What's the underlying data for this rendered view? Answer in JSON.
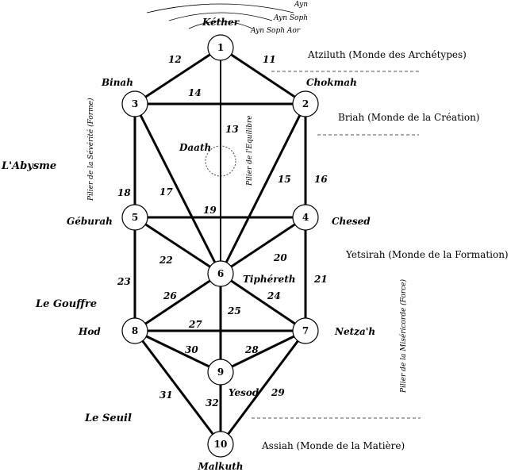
{
  "sephirot": [
    {
      "num": "1",
      "name": "Kéther"
    },
    {
      "num": "2",
      "name": "Chokmah"
    },
    {
      "num": "3",
      "name": "Binah"
    },
    {
      "num": "4",
      "name": "Chesed"
    },
    {
      "num": "5",
      "name": "Géburah"
    },
    {
      "num": "6",
      "name": "Tiphéreth"
    },
    {
      "num": "7",
      "name": "Netza'h"
    },
    {
      "num": "8",
      "name": "Hod"
    },
    {
      "num": "9",
      "name": "Yesod"
    },
    {
      "num": "10",
      "name": "Malkuth"
    }
  ],
  "daath": "Daath",
  "paths": [
    {
      "num": "11",
      "from": "1",
      "to": "2"
    },
    {
      "num": "12",
      "from": "1",
      "to": "3"
    },
    {
      "num": "13",
      "from": "1",
      "to": "6"
    },
    {
      "num": "14",
      "from": "2",
      "to": "3"
    },
    {
      "num": "15",
      "from": "2",
      "to": "6"
    },
    {
      "num": "16",
      "from": "2",
      "to": "4"
    },
    {
      "num": "17",
      "from": "3",
      "to": "6"
    },
    {
      "num": "18",
      "from": "3",
      "to": "5"
    },
    {
      "num": "19",
      "from": "4",
      "to": "5"
    },
    {
      "num": "20",
      "from": "4",
      "to": "6"
    },
    {
      "num": "21",
      "from": "4",
      "to": "7"
    },
    {
      "num": "22",
      "from": "5",
      "to": "6"
    },
    {
      "num": "23",
      "from": "5",
      "to": "8"
    },
    {
      "num": "24",
      "from": "6",
      "to": "7"
    },
    {
      "num": "25",
      "from": "6",
      "to": "9"
    },
    {
      "num": "26",
      "from": "6",
      "to": "8"
    },
    {
      "num": "27",
      "from": "7",
      "to": "8"
    },
    {
      "num": "28",
      "from": "7",
      "to": "9"
    },
    {
      "num": "29",
      "from": "7",
      "to": "10"
    },
    {
      "num": "30",
      "from": "8",
      "to": "9"
    },
    {
      "num": "31",
      "from": "8",
      "to": "10"
    },
    {
      "num": "32",
      "from": "9",
      "to": "10"
    }
  ],
  "ayn": [
    "Ayn",
    "Ayn Soph",
    "Ayn Soph Aor"
  ],
  "worlds": [
    "Atziluth (Monde des Archétypes)",
    "Briah (Monde de la Création)",
    "Yetsirah (Monde de la Formation)",
    "Assiah (Monde de la Matière)"
  ],
  "regions": {
    "abyss": "L'Abysme",
    "gulf": "Le Gouffre",
    "threshold": "Le Seuil"
  },
  "pillars": {
    "severity": "Pilier de la Sévérité (Forme)",
    "equilibrium": "Pilier de l'Equilibre",
    "mercy": "Pilier de la Miséricorde (Force)"
  }
}
